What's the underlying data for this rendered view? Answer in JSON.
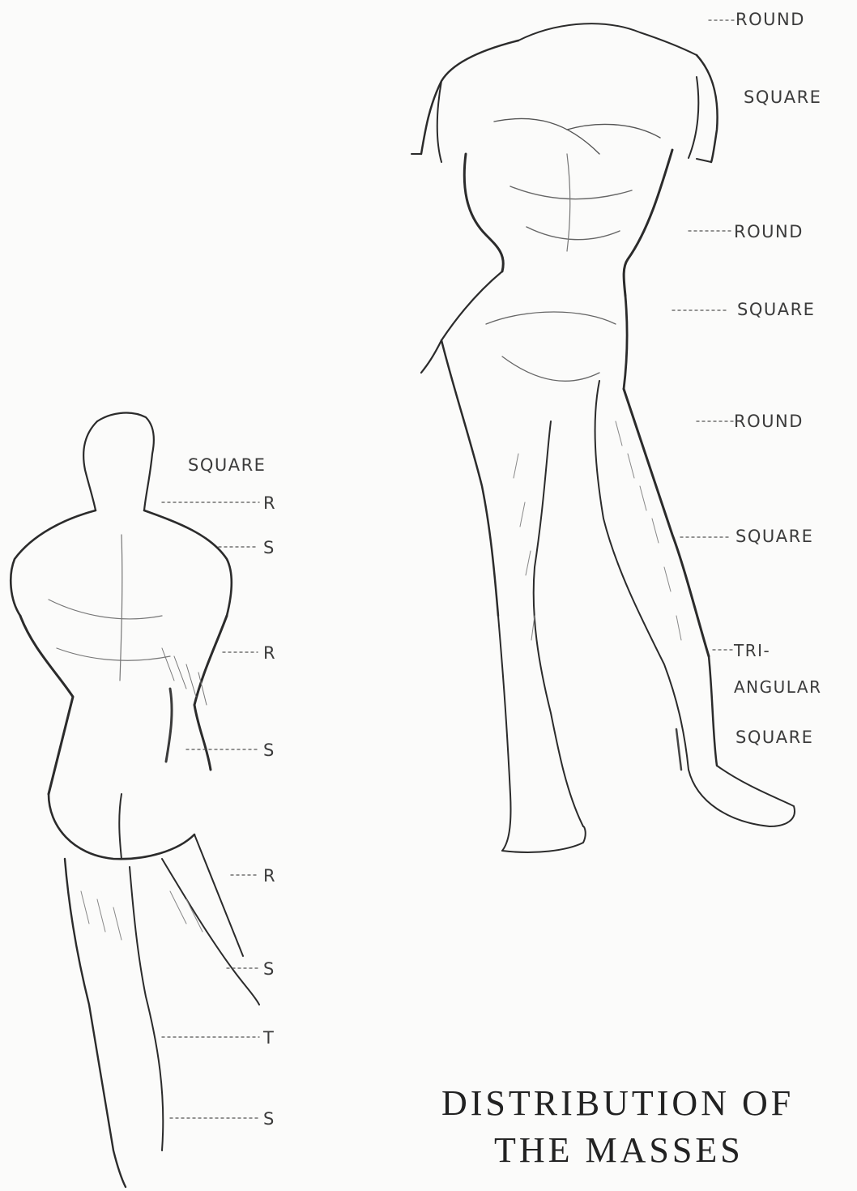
{
  "front_figure": {
    "labels": [
      "ROUND",
      "SQUARE",
      "ROUND",
      "SQUARE",
      "ROUND",
      "SQUARE",
      "TRI-",
      "ANGULAR",
      "SQUARE"
    ]
  },
  "back_figure": {
    "labels": [
      "SQUARE",
      "R",
      "S",
      "R",
      "S",
      "R",
      "S",
      "T",
      "S"
    ]
  },
  "caption": {
    "line1": "DISTRIBUTION OF",
    "line2": "THE MASSES"
  }
}
